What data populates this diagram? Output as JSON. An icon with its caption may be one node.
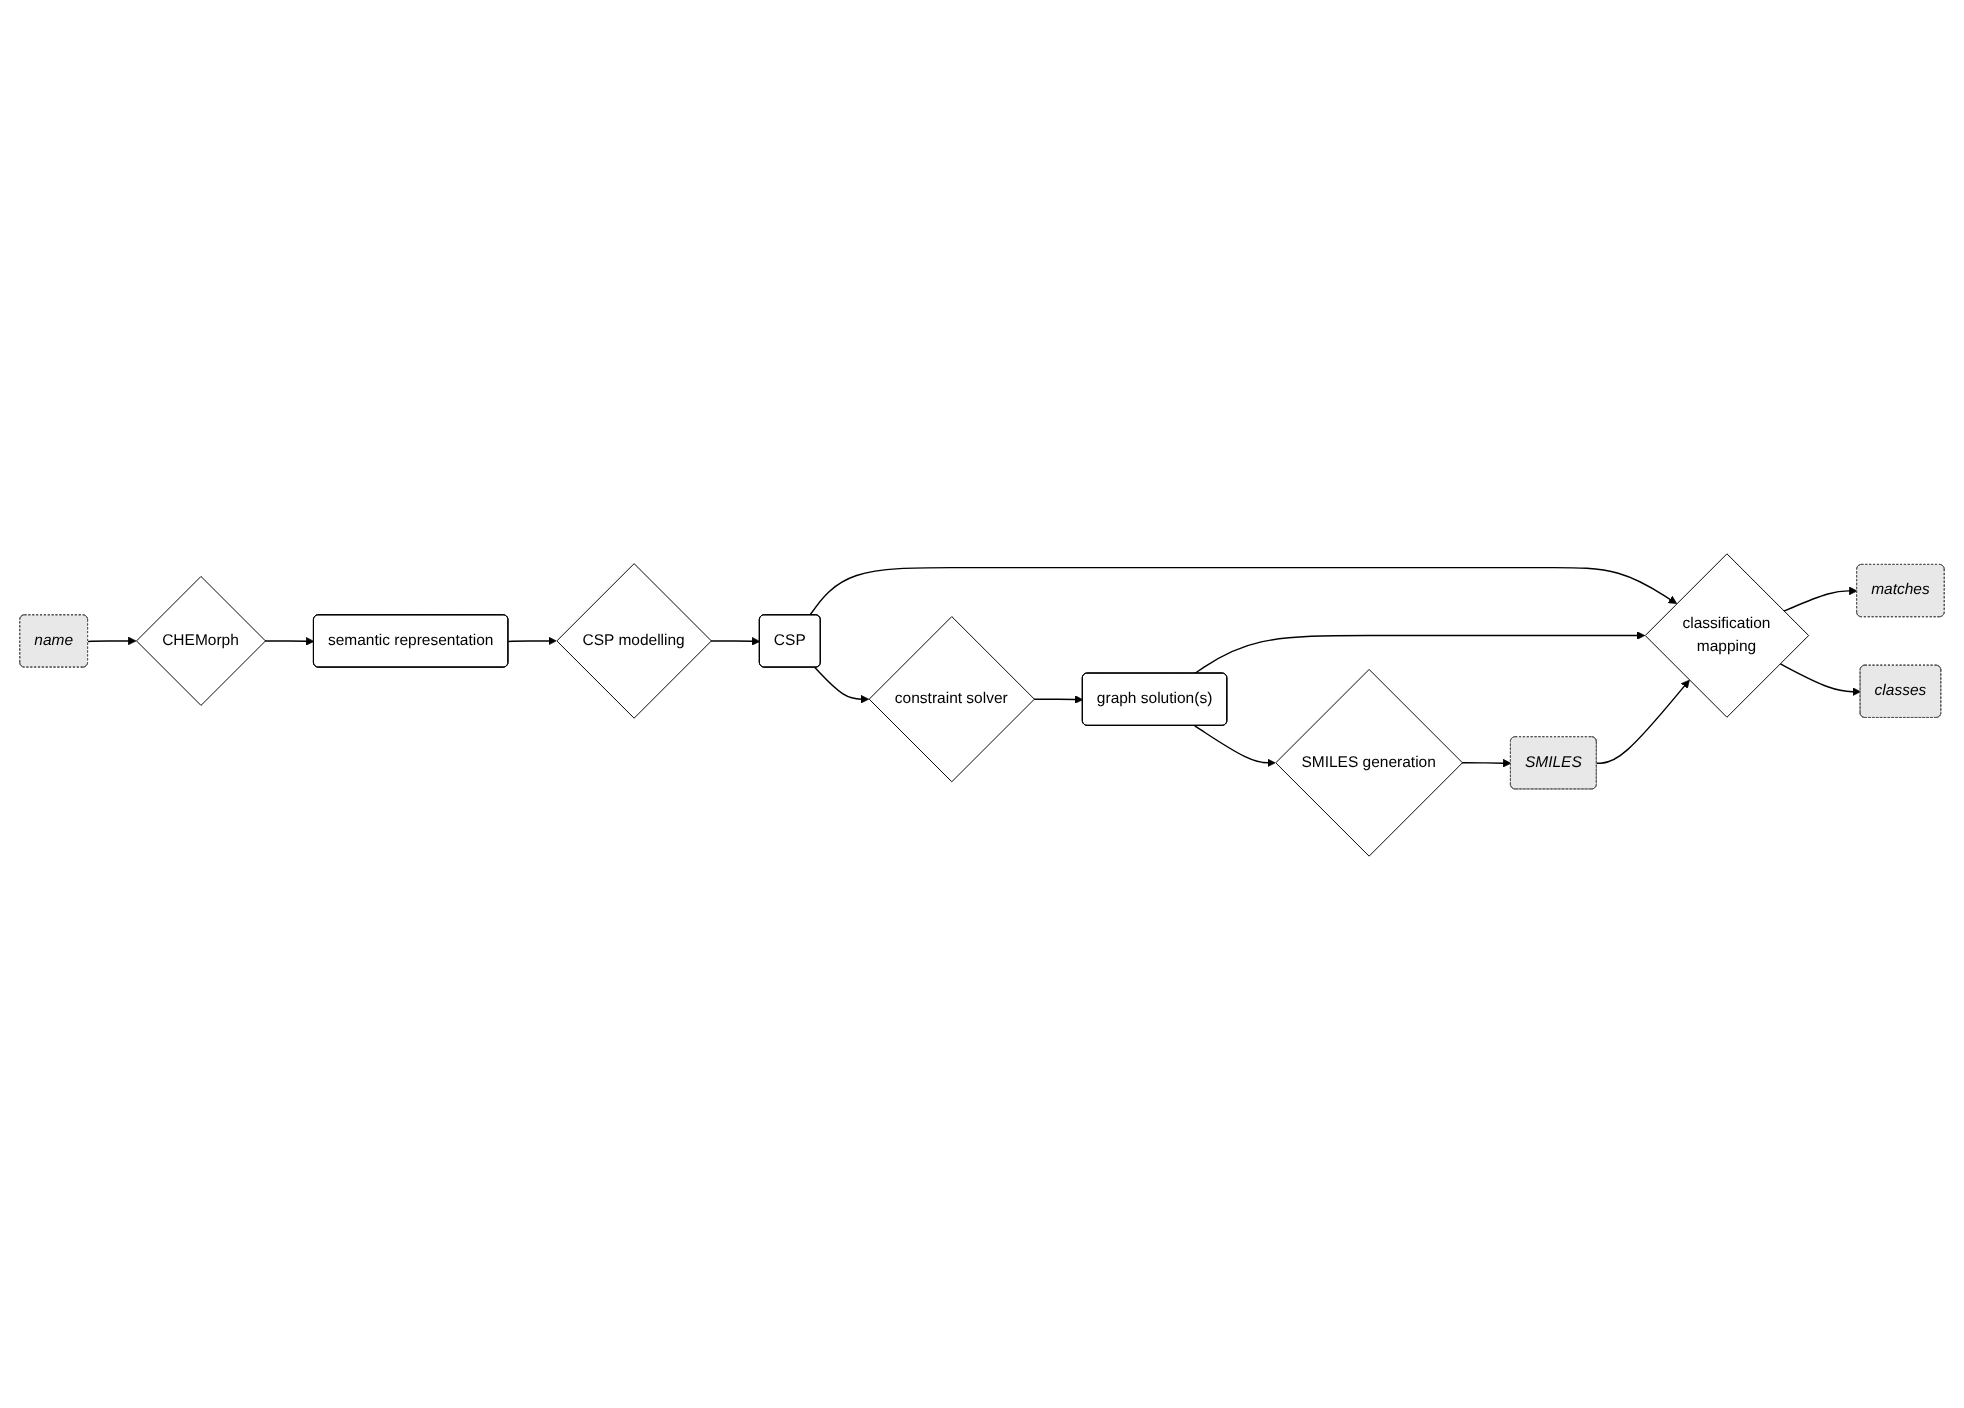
{
  "diagram": {
    "nodes": [
      {
        "text": [
          "name"
        ]
      },
      {
        "text": [
          "CHEMorph"
        ]
      },
      {
        "text": [
          "semantic representation"
        ]
      },
      {
        "text": [
          "CSP modelling"
        ]
      },
      {
        "text": [
          "CSP"
        ]
      },
      {
        "text": [
          "constraint solver"
        ]
      },
      {
        "text": [
          "graph solution(s)"
        ]
      },
      {
        "text": [
          "SMILES generation"
        ]
      },
      {
        "text": [
          "SMILES"
        ]
      },
      {
        "text": [
          "classification",
          "mapping"
        ]
      },
      {
        "text": [
          "matches"
        ]
      },
      {
        "text": [
          "classes"
        ]
      }
    ],
    "edges": [
      {
        "from": 0,
        "to": 1,
        "arrow": "to"
      },
      {
        "from": 1,
        "to": 2,
        "arrow": "to"
      },
      {
        "from": 2,
        "to": 3,
        "arrow": "to"
      },
      {
        "from": 3,
        "to": 4,
        "arrow": "to"
      },
      {
        "from": 4,
        "to": 5,
        "arrow": "to"
      },
      {
        "from": 5,
        "to": 6,
        "arrow": "to"
      },
      {
        "from": 6,
        "to": 7,
        "arrow": "to"
      },
      {
        "from": 7,
        "to": 8,
        "arrow": "to"
      },
      {
        "from": 4,
        "to": 9,
        "arrow": "to"
      },
      {
        "from": 6,
        "to": 9,
        "arrow": "to"
      },
      {
        "from": 8,
        "to": 9,
        "arrow": "to"
      },
      {
        "from": 9,
        "to": 10,
        "arrow": "to"
      },
      {
        "from": 9,
        "to": 11,
        "arrow": "to"
      }
    ]
  }
}
